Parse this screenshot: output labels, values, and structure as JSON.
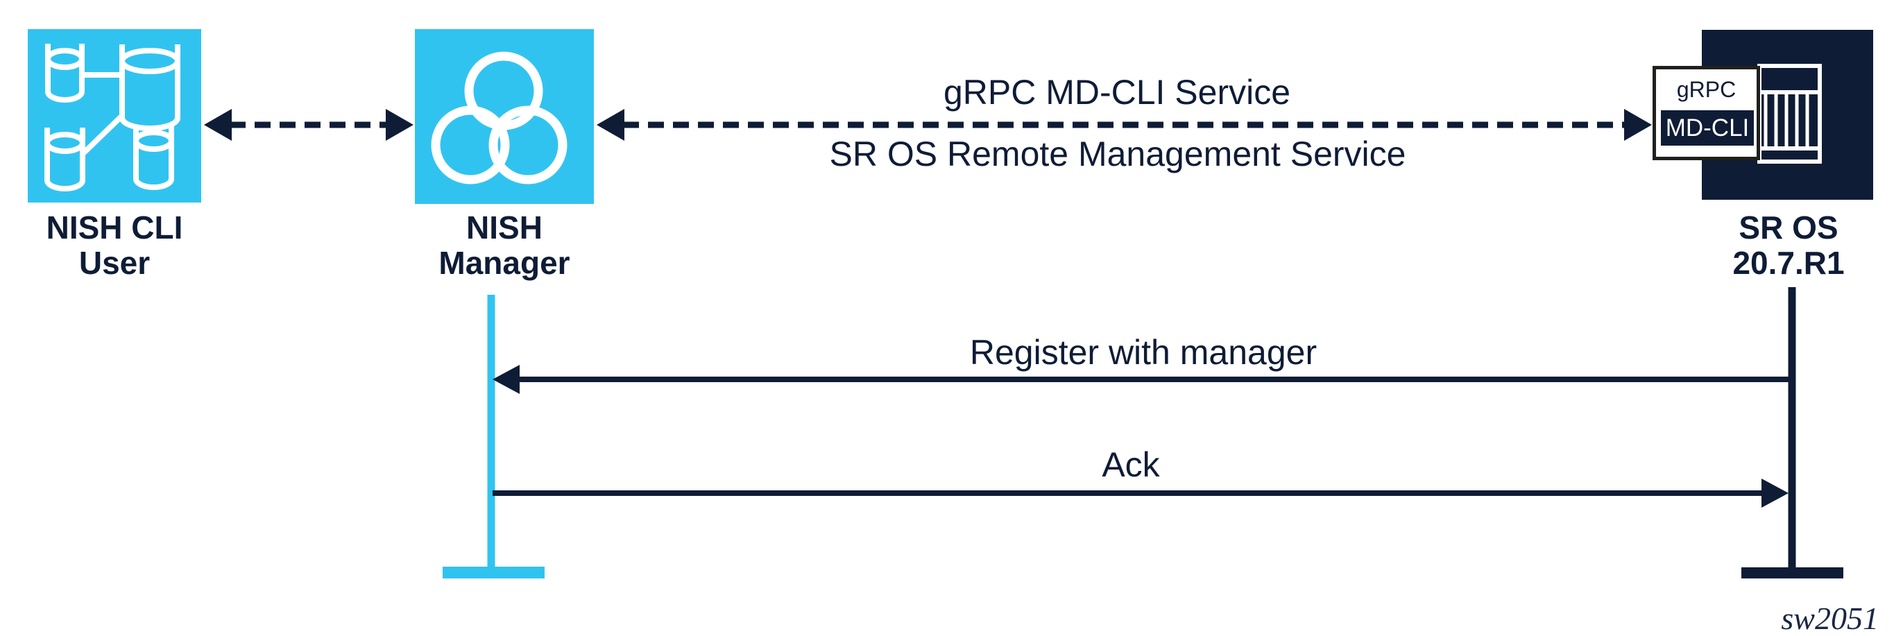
{
  "colors": {
    "cyan": "#31C3F0",
    "navy": "#0F1C36",
    "white": "#FFFFFF",
    "badge_border": "#20201E"
  },
  "nodes": {
    "nish_cli_user": {
      "label_line1": "NISH CLI",
      "label_line2": "User",
      "icon": "database-cluster-icon"
    },
    "nish_manager": {
      "label_line1": "NISH",
      "label_line2": "Manager",
      "icon": "venn-circles-icon"
    },
    "sr_os": {
      "label_line1": "SR OS",
      "label_line2": "20.7.R1",
      "icon": "router-chassis-icon",
      "badge": {
        "title": "gRPC",
        "subtitle": "MD-CLI"
      }
    }
  },
  "links": {
    "user_manager": {
      "style": "dashed-double-arrow"
    },
    "manager_sros": {
      "style": "dashed-double-arrow",
      "label_top": "gRPC MD-CLI Service",
      "label_bottom": "SR OS Remote Management Service"
    }
  },
  "messages": [
    {
      "label": "Register with manager",
      "direction": "right-to-left"
    },
    {
      "label": "Ack",
      "direction": "left-to-right"
    }
  ],
  "watermark": "sw2051"
}
